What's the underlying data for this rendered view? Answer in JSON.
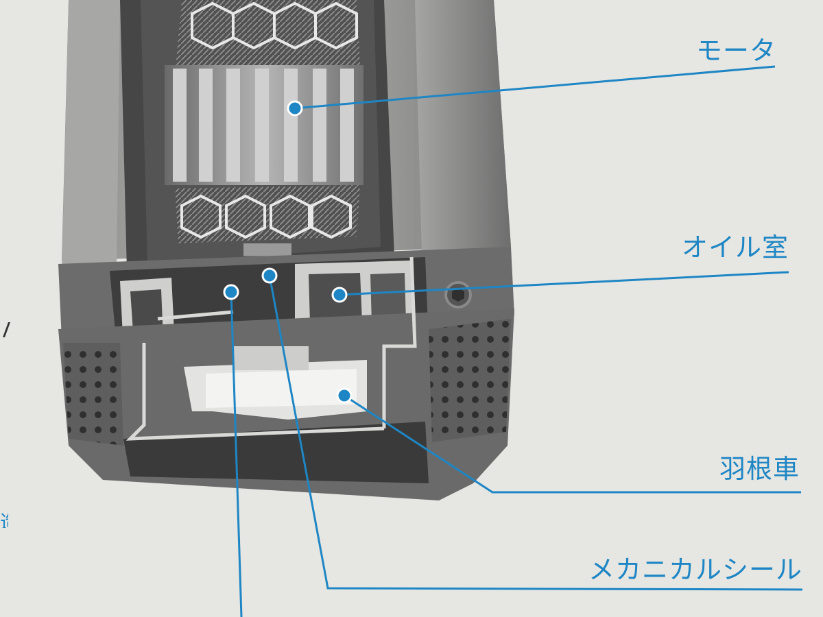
{
  "diagram": {
    "labels": {
      "motor": "モータ",
      "oil_chamber": "オイル室",
      "impeller": "羽根車",
      "mechanical_seal": "メカニカルシール"
    },
    "colors": {
      "leader_line": "#1e86c4",
      "label_text": "#1e86c4",
      "background": "#e6e6e3"
    }
  }
}
